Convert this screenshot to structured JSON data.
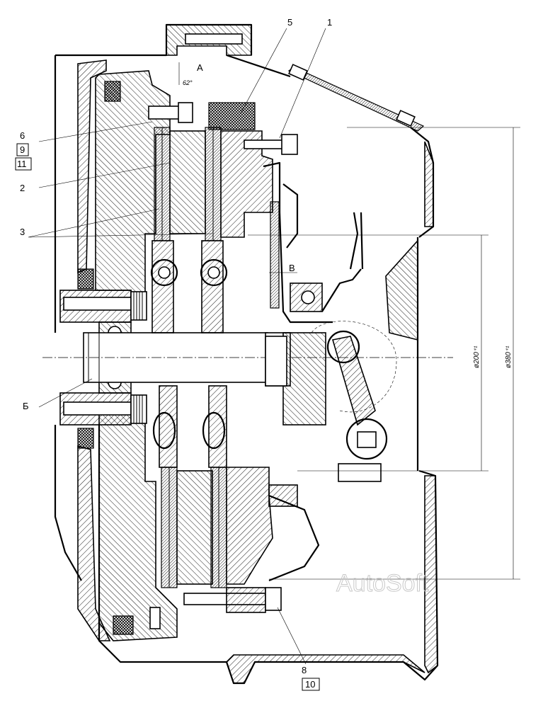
{
  "diagram": {
    "part_labels": [
      "1",
      "2",
      "3",
      "5",
      "6",
      "8"
    ],
    "boxed_labels": [
      "9",
      "11",
      "10"
    ],
    "view_labels": [
      "А",
      "В",
      "Б"
    ],
    "angle_label": "62°",
    "dimensions": [
      "ø200⁺¹",
      "ø380⁺¹"
    ],
    "watermark": "AutoSoft"
  }
}
